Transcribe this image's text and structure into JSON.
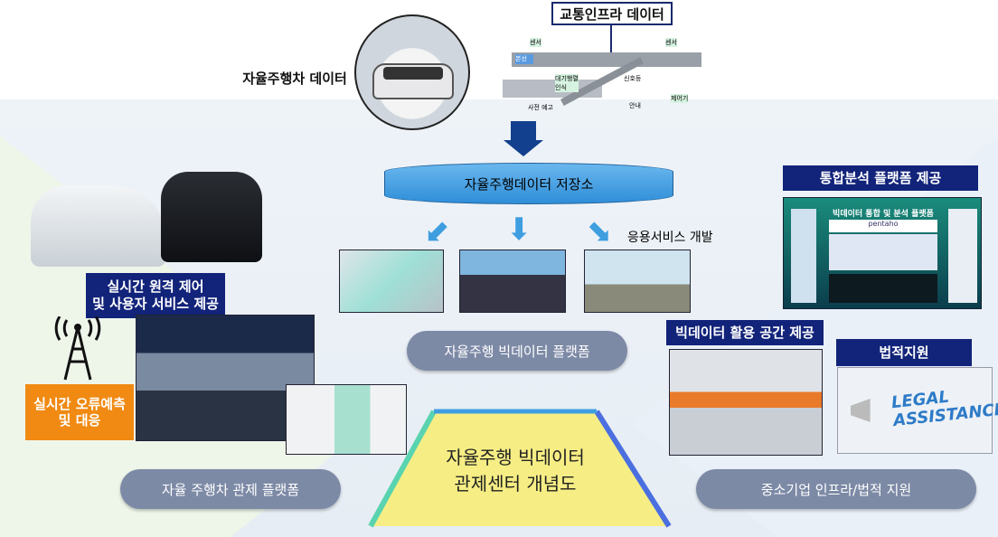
{
  "top": {
    "vehicle_data": "자율주행차 데이터",
    "infra_data": "교통인프라 데이터",
    "infra_map": {
      "sensor": "센서",
      "mainline": "본선",
      "waiting": "대기행렬\n인식",
      "signal": "신호등",
      "controller": "제어기",
      "guide": "안내",
      "warning": "사전 예고"
    }
  },
  "storage": "자율주행데이터 저장소",
  "app_dev": "응용서비스 개발",
  "bigdata_platform": "자율주행 빅데이터 플랫폼",
  "left": {
    "remote": "실시간 원격 제어\n및 사용자 서비스 제공",
    "error": "실시간 오류예측\n및 대응",
    "platform": "자율 주행차 관제 플랫폼"
  },
  "center_title": "자율주행 빅데이터\n관제센터 개념도",
  "right": {
    "analysis": "통합분석 플랫폼 제공",
    "analysis_screen": "빅데이터 통합 및 분석 플랫폼",
    "pentaho": "pentaho",
    "space": "빅데이터 활용 공간 제공",
    "legal": "법적지원",
    "legal_image": "LEGAL ASSISTANCE",
    "platform": "중소기업 인프라/법적 지원"
  },
  "colors": {
    "navy": "#12237a",
    "orange": "#f08a12",
    "yellow": "#f6ee84",
    "storage": "#3e9ee0",
    "pill": "#7d8aa6"
  }
}
